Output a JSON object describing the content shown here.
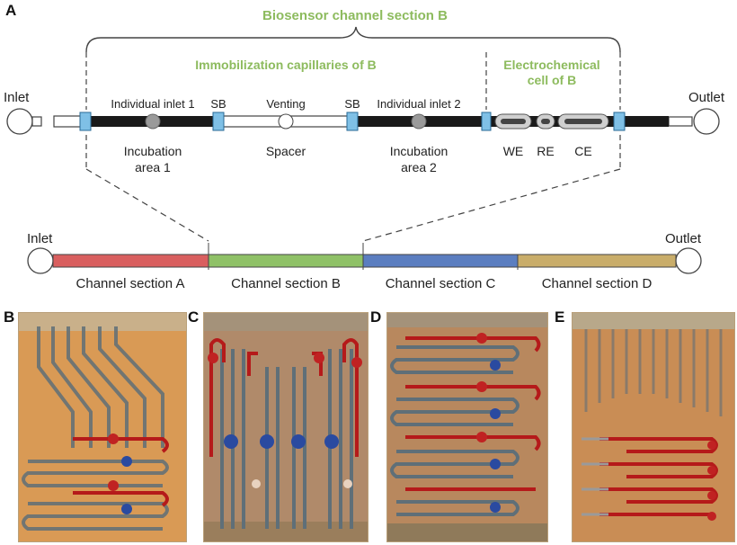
{
  "panels": {
    "a": "A",
    "b": "B",
    "c": "C",
    "d": "D",
    "e": "E"
  },
  "top": {
    "brace_title": "Biosensor channel section B",
    "immob_title": "Immobilization capillaries of B",
    "electro_title_line1": "Electrochemical",
    "electro_title_line2": "cell of B",
    "inlet": "Inlet",
    "outlet": "Outlet",
    "individual_inlet_1": "Individual inlet 1",
    "sb_left": "SB",
    "venting": "Venting",
    "sb_right": "SB",
    "individual_inlet_2": "Individual inlet 2",
    "incubation_1_line1": "Incubation",
    "incubation_1_line2": "area 1",
    "spacer": "Spacer",
    "incubation_2_line1": "Incubation",
    "incubation_2_line2": "area 2",
    "we": "WE",
    "re": "RE",
    "ce": "CE"
  },
  "bar": {
    "inlet": "Inlet",
    "outlet": "Outlet",
    "sections": [
      {
        "label": "Channel section A",
        "color": "#d95f5f"
      },
      {
        "label": "Channel section B",
        "color": "#8fc167"
      },
      {
        "label": "Channel section C",
        "color": "#5b7ec0"
      },
      {
        "label": "Channel section D",
        "color": "#c9ad6a"
      }
    ]
  },
  "colors": {
    "board_bg": "#d99a55",
    "board_e": "#c98d55",
    "board_c": "#b08a6a",
    "trace_gray": "#5f6f78",
    "trace_red": "#b51a1a",
    "trace_blue": "#2a4aa0",
    "stopper_blue": "#7fc0e6"
  }
}
